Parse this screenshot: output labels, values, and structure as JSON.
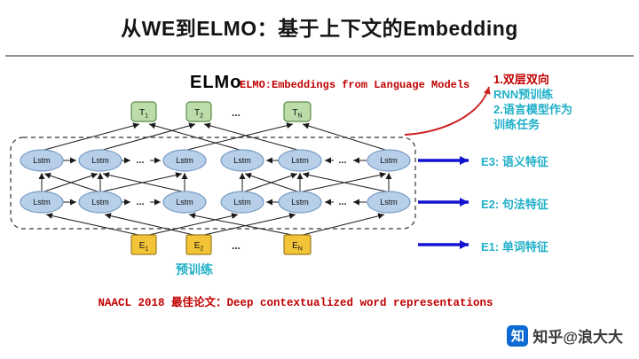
{
  "colors": {
    "accent_red": "#c00000",
    "accent_cyan": "#1fafc8",
    "arrow_blue": "#1313cf",
    "red_arrow": "#cc2020",
    "t_box_fill": "#bcdcaa",
    "e_box_fill": "#f3c338",
    "lstm_fill": "#b7cfe9",
    "zhihu_blue": "#0c6ad2"
  },
  "page": {
    "title": "从WE到ELMO：基于上下文的Embedding",
    "footer_note": "NAACL 2018 最佳论文：Deep contextualized word representations",
    "watermark": {
      "logo_char": "知",
      "text": "知乎@浪大大"
    }
  },
  "heading": {
    "elmo": "ELMo",
    "subtitle": "ELMO:Embeddings from Language Models"
  },
  "annotations": {
    "lines": [
      {
        "text": "1.双层双向",
        "color": "#c00000"
      },
      {
        "text": "RNN预训练",
        "color": "#1fafc8"
      },
      {
        "text": "2.语言模型作为",
        "color": "#1fafc8"
      },
      {
        "text": "训练任务",
        "color": "#1fafc8"
      }
    ]
  },
  "feature_labels": [
    "E3: 语义特征",
    "E2: 句法特征",
    "E1: 单词特征"
  ],
  "pretrain_label": "预训练",
  "diagram": {
    "lstm_label": "Lstm",
    "ellipsis": "...",
    "t_boxes": [
      {
        "main": "T",
        "sub": "1"
      },
      {
        "main": "T",
        "sub": "2"
      },
      {
        "main": "T",
        "sub": "N"
      }
    ],
    "e_boxes": [
      {
        "main": "E",
        "sub": "1"
      },
      {
        "main": "E",
        "sub": "2"
      },
      {
        "main": "E",
        "sub": "N"
      }
    ]
  }
}
